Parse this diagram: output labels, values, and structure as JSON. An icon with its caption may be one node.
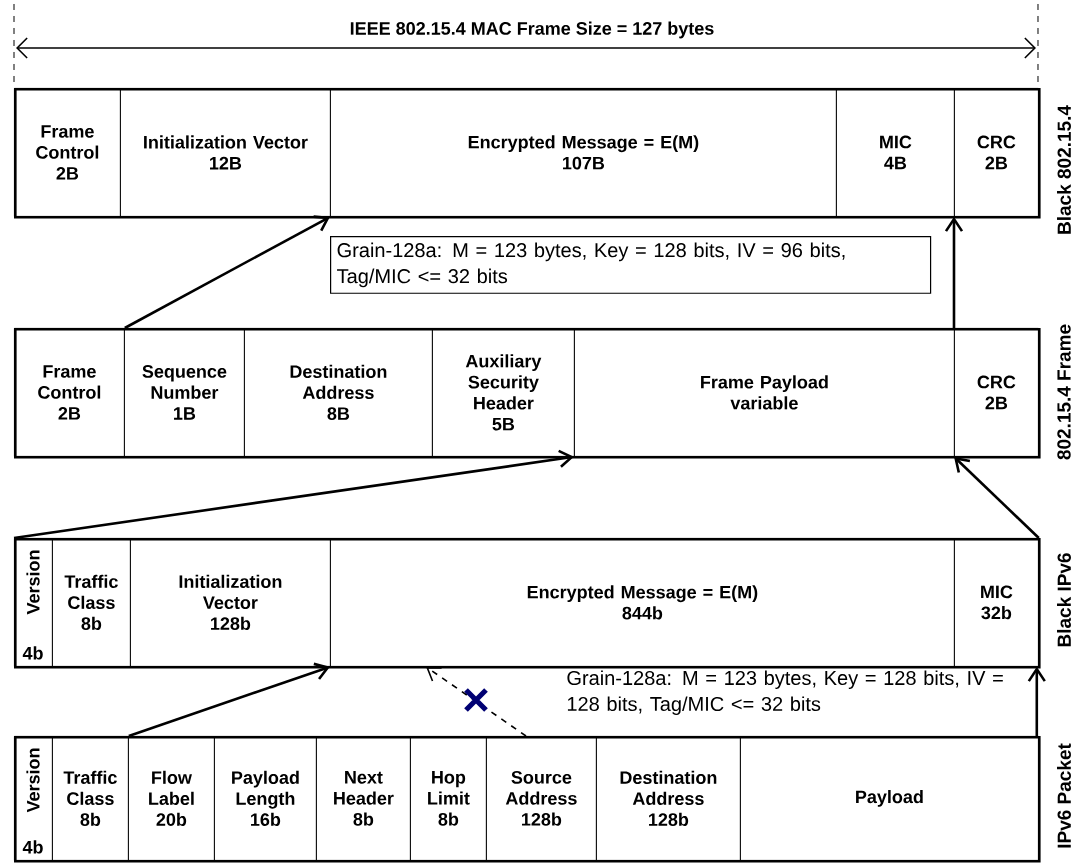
{
  "diagram": {
    "nodes": [
      {
        "text": [],
        "shape": "box",
        "beside": [
          "Black 802.15.4"
        ]
      },
      {
        "text": [
          "Frame Control",
          "2B"
        ],
        "in": 0
      },
      {
        "text": [
          "Initialization Vector",
          "12B"
        ],
        "in": 0
      },
      {
        "text": [
          "Encrypted Message = E(M)",
          "107B"
        ],
        "in": 0
      },
      {
        "text": [
          "MIC",
          "4B"
        ],
        "in": 0
      },
      {
        "text": [
          "CRC",
          "2B"
        ],
        "in": 0
      },
      {
        "text": [
          "Grain-128a: M = 123 bytes, Key = 128 bits, IV = 96 bits, Tag/MIC <= 32 bits"
        ]
      },
      {
        "text": [],
        "shape": "box",
        "beside": [
          "802.15.4 Frame"
        ]
      },
      {
        "text": [
          "Frame Control",
          "2B"
        ],
        "in": 7
      },
      {
        "text": [
          "Sequence Number",
          "1B"
        ],
        "in": 7
      },
      {
        "text": [
          "Destination Address",
          "8B"
        ],
        "in": 7
      },
      {
        "text": [
          "Auxiliary Security Header",
          "5B"
        ],
        "in": 7
      },
      {
        "text": [
          "Frame Payload",
          "variable"
        ],
        "in": 7
      },
      {
        "text": [
          "CRC",
          "2B"
        ],
        "in": 7
      },
      {
        "text": [],
        "shape": "box",
        "beside": [
          "Black IPv6"
        ]
      },
      {
        "text": [
          "Version",
          "4b"
        ],
        "in": 14
      },
      {
        "text": [
          "Traffic Class",
          "8b"
        ],
        "in": 14
      },
      {
        "text": [
          "Initialization Vector",
          "128b"
        ],
        "in": 14
      },
      {
        "text": [
          "Encrypted Message = E(M)",
          "844b"
        ],
        "in": 14
      },
      {
        "text": [
          "MIC",
          "32b"
        ],
        "in": 14
      },
      {
        "text": [],
        "shape": "box",
        "beside": [
          "IPv6 Packet"
        ]
      },
      {
        "text": [
          "Version",
          "4b"
        ],
        "in": 20
      },
      {
        "text": [
          "Traffic Class",
          "8b"
        ],
        "in": 20
      },
      {
        "text": [
          "Flow Label",
          "20b"
        ],
        "in": 20
      },
      {
        "text": [
          "Payload Length",
          "16b"
        ],
        "in": 20
      },
      {
        "text": [
          "Next Header",
          "8b"
        ],
        "in": 20
      },
      {
        "text": [
          "Hop Limit",
          "8b"
        ],
        "in": 20
      },
      {
        "text": [
          "Source Address",
          "128b"
        ],
        "in": 20
      },
      {
        "text": [
          "Destination Address",
          "128b"
        ],
        "in": 20
      },
      {
        "text": [
          "Payload"
        ],
        "in": 20
      }
    ],
    "edges": [
      {
        "from": 8,
        "to": 3,
        "arrow": "to"
      },
      {
        "from": 13,
        "to": 5,
        "arrow": "to"
      },
      {
        "from": 15,
        "to": 12,
        "arrow": "to"
      },
      {
        "from": 19,
        "to": 13,
        "arrow": "to"
      },
      {
        "from": 22,
        "to": 18,
        "arrow": "to"
      },
      {
        "from": 29,
        "to": 19,
        "arrow": "to"
      },
      {
        "from": 27,
        "to": 18,
        "arrow": "to",
        "style": "dashed"
      }
    ],
    "labels": [
      "IEEE 802.15.4 MAC Frame Size = 127 bytes",
      "Grain-128a: M = 123 bytes, Key = 128 bits, IV = 128 bits, Tag/MIC <= 32 bits"
    ]
  }
}
